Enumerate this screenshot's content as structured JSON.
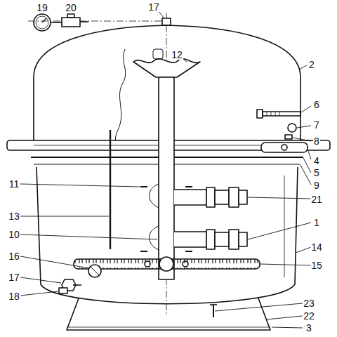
{
  "diagram": {
    "labels": [
      "19",
      "20",
      "17",
      "12",
      "2",
      "6",
      "7",
      "8",
      "4",
      "5",
      "9",
      "11",
      "21",
      "1",
      "13",
      "10",
      "14",
      "16",
      "15",
      "17",
      "18",
      "23",
      "22",
      "3"
    ]
  }
}
